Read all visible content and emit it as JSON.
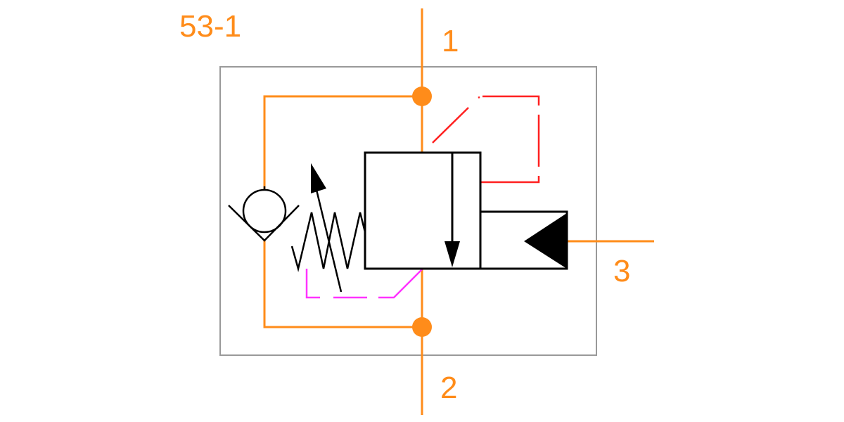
{
  "diagram": {
    "component_id": "53-1",
    "ports": {
      "p1": "1",
      "p2": "2",
      "p3": "3"
    },
    "colors": {
      "hydraulic_line": "#ff8c1a",
      "pilot_line": "#ff2020",
      "drain_line": "#ff33ff",
      "symbol": "#000000",
      "enclosure": "#999999"
    }
  }
}
